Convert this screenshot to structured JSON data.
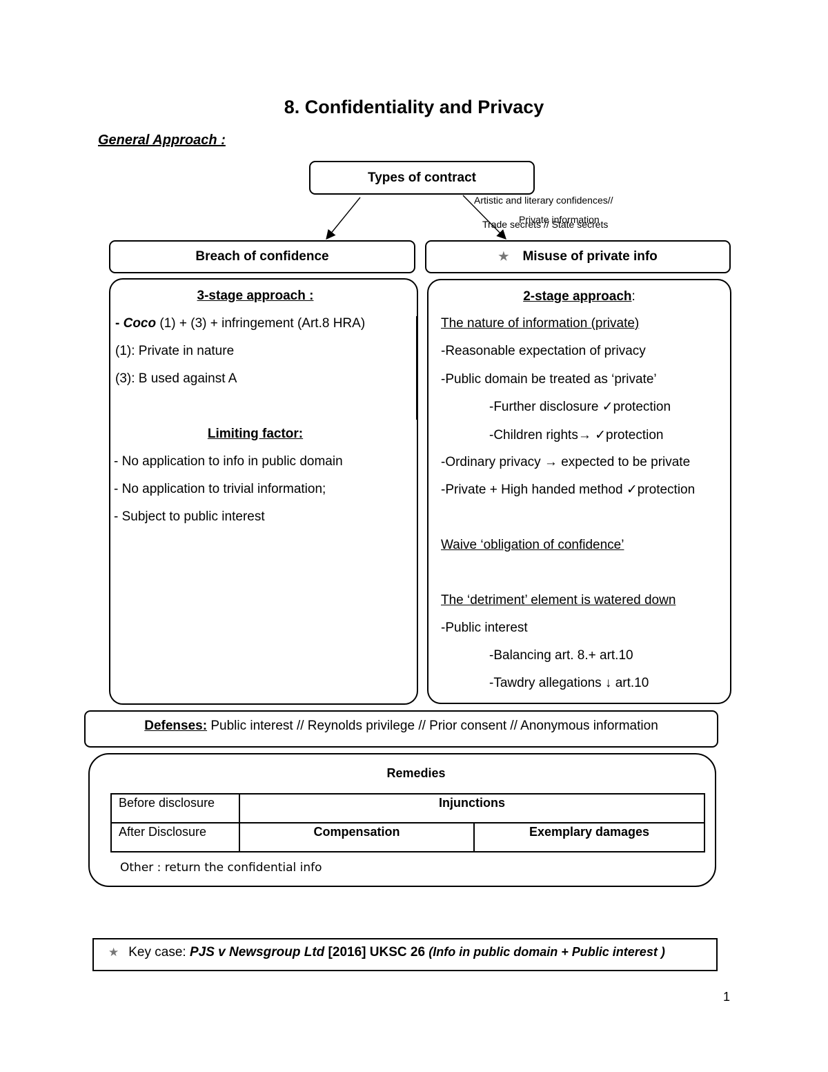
{
  "title": "8. Confidentiality and Privacy",
  "subtitle": "General Approach : ",
  "diagram": {
    "top_box": "Types of contract",
    "arrow_notes": {
      "line1": "Artistic and literary confidences//",
      "line2": "Private information",
      "line3": "Trade secrets // State secrets"
    },
    "left_header": "Breach of confidence",
    "right_header": "Misuse of private info",
    "star_icon": "star-icon"
  },
  "left_panel": {
    "heading": "3-stage approach :",
    "coco_dash": "- ",
    "coco_name": "Coco",
    "coco_rest": " (1) + (3) + infringement (Art.8 HRA)",
    "item1": "(1):  Private in nature",
    "item3": "(3):  B used against A",
    "limiting_heading": "Limiting factor:",
    "limits": [
      "- No application to info in public domain",
      "- No application to trivial information;",
      "- Subject to public interest"
    ]
  },
  "right_panel": {
    "heading": "2-stage approach",
    "heading_colon": ":",
    "nature_heading": "The nature of information (private)",
    "l1": "-Reasonable expectation of privacy",
    "l2": "-Public domain be treated as ‘private’",
    "l3a": "-Further disclosure ",
    "l3b": "protection",
    "l4a": "-Children rights",
    "l4b": "protection",
    "l5a": "-Ordinary privacy ",
    "l5b": " expected to be private",
    "l6a": "-Private + High handed method ",
    "l6b": "protection",
    "waive": "Waive ‘obligation of confidence’ ",
    "detriment": "The ‘detriment’ element is watered down",
    "l7": "-Public interest",
    "l8": "-Balancing art. 8.+ art.10",
    "l9a": "-Tawdry allegations ",
    "l9b": " art.10",
    "check_glyph": "✓",
    "right_arrow_glyph": "→",
    "down_arrow_glyph": "↓"
  },
  "defenses": {
    "label": "Defenses:",
    "text": " Public interest // Reynolds privilege  // Prior consent //  Anonymous information"
  },
  "remedies": {
    "title": "Remedies",
    "row1_label": "Before disclosure",
    "row1_value": "Injunctions",
    "row2_label": "After Disclosure",
    "row2_value1": "Compensation",
    "row2_value2": "Exemplary damages",
    "other": "Other : return the confidential info"
  },
  "key_case": {
    "prefix": "Key case: ",
    "case_name": "PJS v Newsgroup Ltd",
    "citation": " [2016] UKSC 26 ",
    "note": "(Info in public domain + Public interest )"
  },
  "page_number": "1"
}
